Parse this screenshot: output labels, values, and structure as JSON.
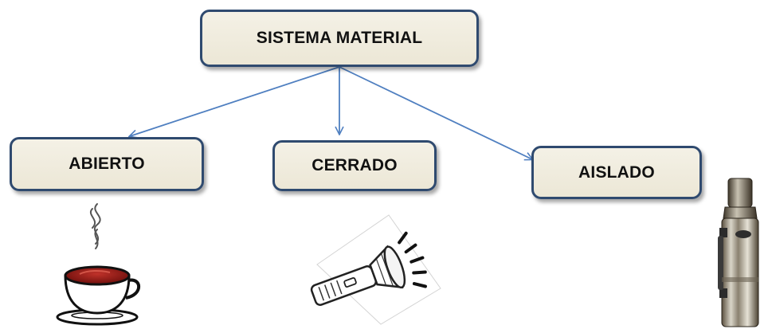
{
  "diagram": {
    "root": {
      "label": "SISTEMA MATERIAL"
    },
    "children": [
      {
        "id": "abierto",
        "label": "ABIERTO",
        "illustration": "steaming-tea-cup-icon"
      },
      {
        "id": "cerrado",
        "label": "CERRADO",
        "illustration": "flashlight-icon"
      },
      {
        "id": "aislado",
        "label": "AISLADO",
        "illustration": "thermos-flask-icon"
      }
    ],
    "colors": {
      "node_fill": "#efebdc",
      "node_border": "#2f4a6f",
      "arrow": "#4f7fc0",
      "text": "#111111"
    }
  }
}
